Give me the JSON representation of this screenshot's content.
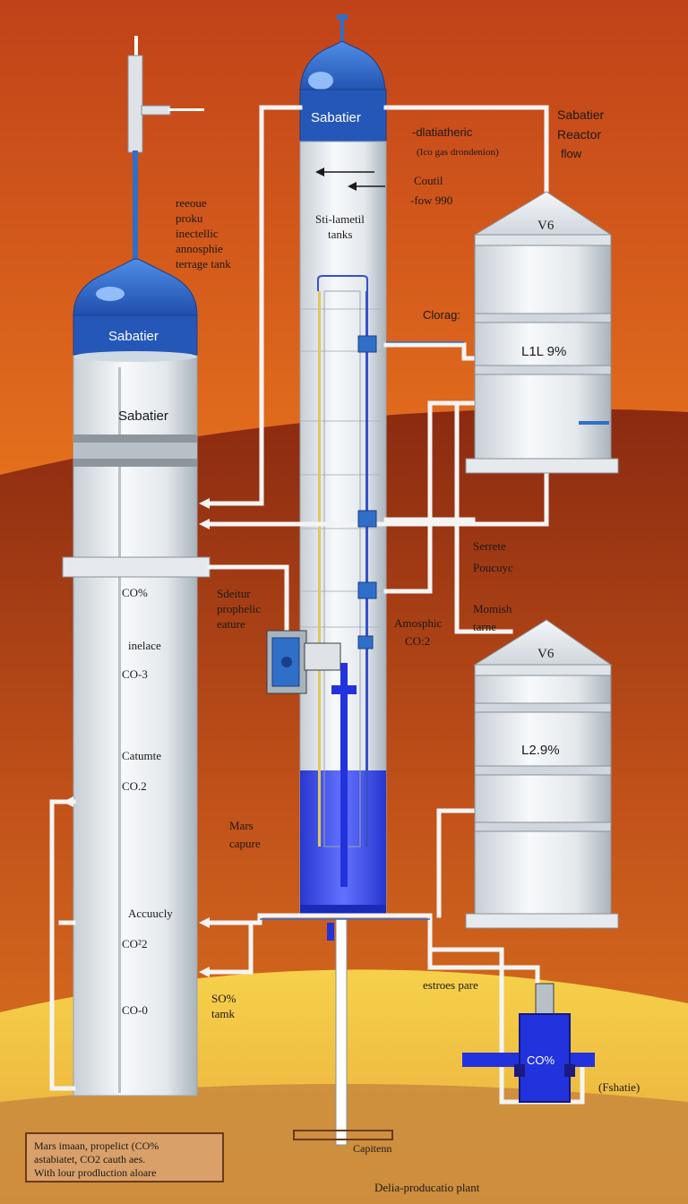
{
  "colors": {
    "sky_top": "#c4481a",
    "sky_mid": "#e8751c",
    "ground_dark": "#7a2410",
    "ground_sand": "#f0c040",
    "tank_body": "#e9eef2",
    "tank_cap": "#2a64c4",
    "liquid": "#2233dd",
    "pipe": "#f4f4f4"
  },
  "icons": [
    "pipe-valve-icon",
    "pump-icon",
    "arrow-left-icon"
  ],
  "left_column": {
    "cap_label": "Sabatier",
    "band_label": "Sabatier",
    "levels": [
      "CO%",
      "inelace",
      "CO-3",
      "Catumte",
      "CO.2",
      "Accuucly",
      "CO²2",
      "CO-0"
    ]
  },
  "top_left_note": [
    "reeoue",
    "proku",
    "inectellic",
    "annosphie",
    "terrage tank"
  ],
  "center_column": {
    "cap_label": "Sabatier",
    "inner_label": [
      "Sti-lametil",
      "tanks"
    ]
  },
  "top_notes": {
    "line1": "-dlatiatheric",
    "line2": "(Ico gas drondenion)",
    "couti": "Coutil",
    "flow": "-fow 990"
  },
  "reactor_title": [
    "Sabatier",
    "Reactor",
    "flow"
  ],
  "right_tank_top": {
    "cap": "V6",
    "storage_label": "Clorag:",
    "reading": "L1L 9%"
  },
  "right_tank_bottom": {
    "cap": "V6",
    "reading": "L2.9%"
  },
  "mid_labels": {
    "sebtur": [
      "Sdeitur",
      "prophelic",
      "eature"
    ],
    "serrete": [
      "Serrete",
      "Poucuyc"
    ],
    "amosphic": [
      "Amosphic",
      "CO:2"
    ],
    "momish": [
      "Momish",
      "tarne"
    ],
    "mars_capure": [
      "Mars",
      "capure"
    ],
    "so_tank": [
      "SO%",
      "tamk"
    ],
    "estroes": "estroes pare",
    "pump_label": "CO%",
    "fshatie": "(Fshatie)",
    "capitenn": "Capitenn",
    "plant": "Delia-producatio plant"
  },
  "legend": [
    "Mars imaan, propelict (CO%",
    "astabiatet, CO2 cauth aes.",
    "With lour prodluction aloare"
  ]
}
